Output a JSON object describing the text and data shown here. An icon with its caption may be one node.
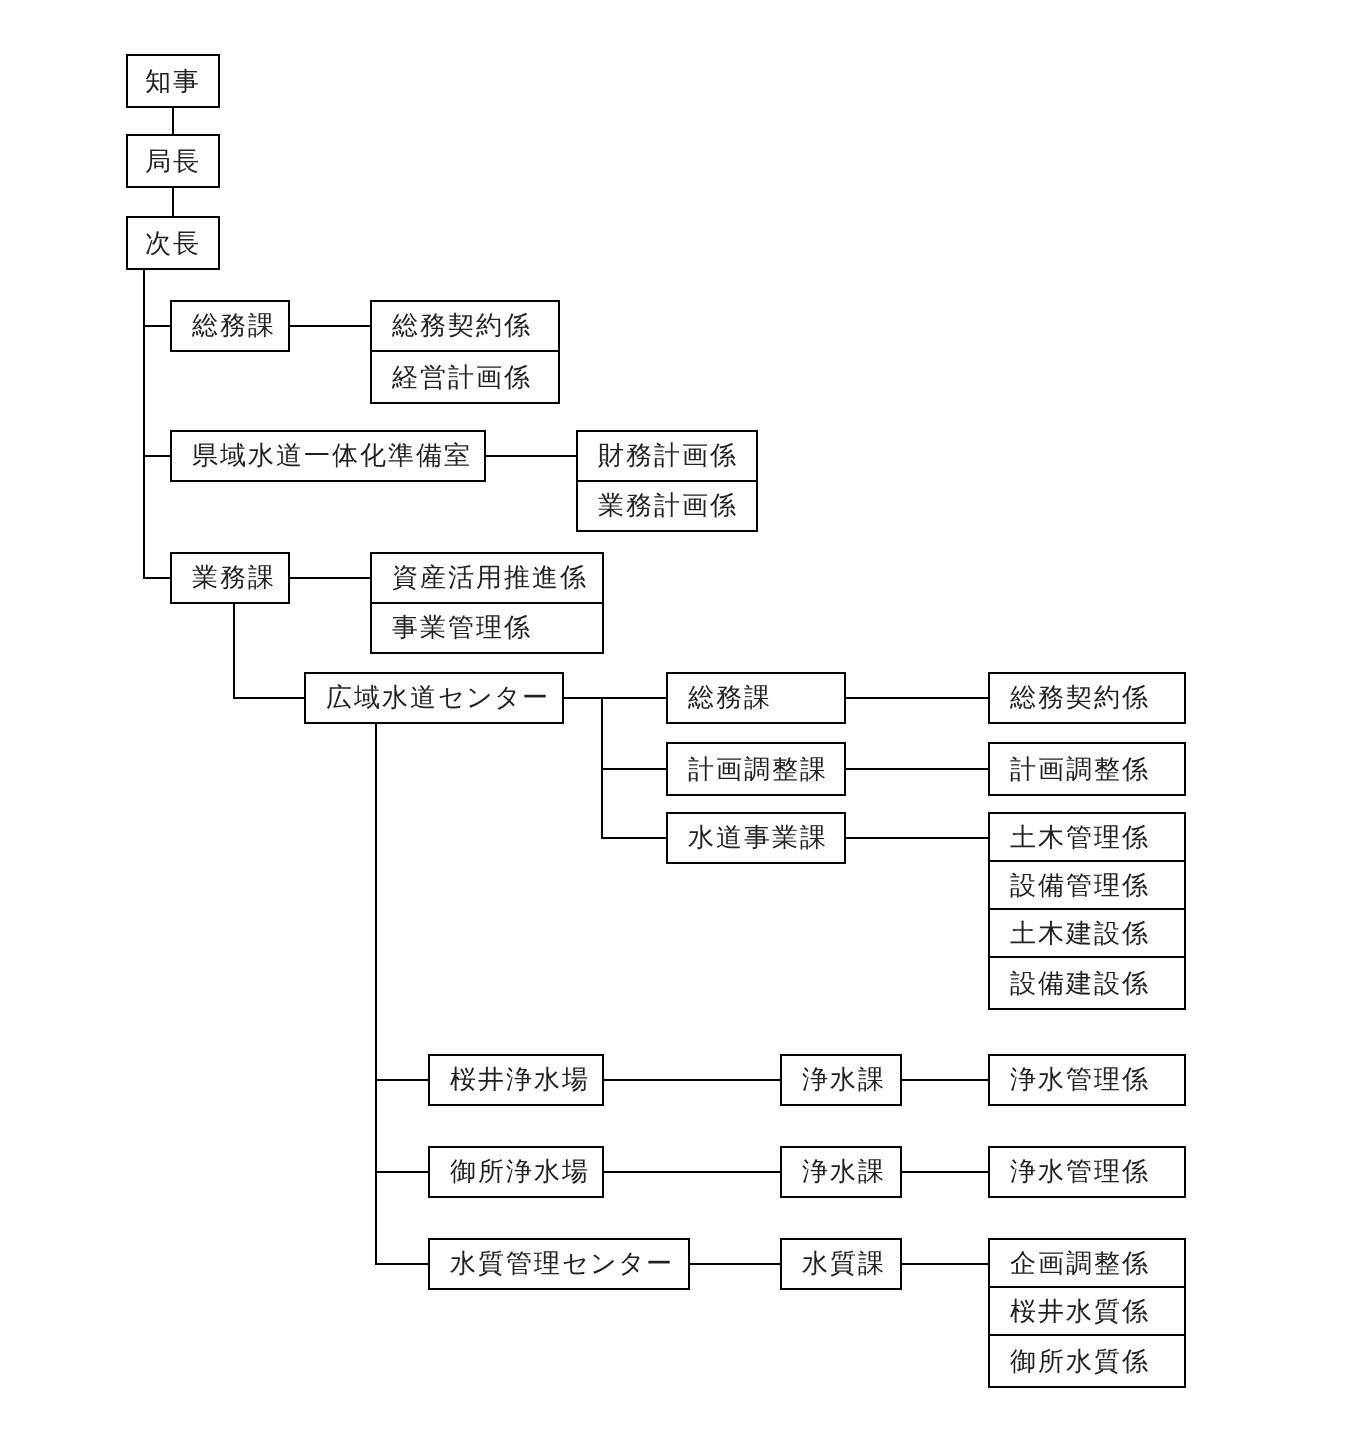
{
  "diagram": {
    "nodes": [
      {
        "text": [
          "知事"
        ]
      },
      {
        "text": [
          "局長"
        ]
      },
      {
        "text": [
          "次長"
        ]
      },
      {
        "text": [
          "総務課"
        ]
      },
      {
        "text": [
          "総務契約係"
        ]
      },
      {
        "text": [
          "経営計画係"
        ]
      },
      {
        "text": [
          "県域水道一体化準備室"
        ]
      },
      {
        "text": [
          "財務計画係"
        ]
      },
      {
        "text": [
          "業務計画係"
        ]
      },
      {
        "text": [
          "業務課"
        ]
      },
      {
        "text": [
          "資産活用推進係"
        ]
      },
      {
        "text": [
          "事業管理係"
        ]
      },
      {
        "text": [
          "広域水道センター"
        ]
      },
      {
        "text": [
          "総務課"
        ]
      },
      {
        "text": [
          "総務契約係"
        ]
      },
      {
        "text": [
          "計画調整課"
        ]
      },
      {
        "text": [
          "計画調整係"
        ]
      },
      {
        "text": [
          "水道事業課"
        ]
      },
      {
        "text": [
          "土木管理係"
        ]
      },
      {
        "text": [
          "設備管理係"
        ]
      },
      {
        "text": [
          "土木建設係"
        ]
      },
      {
        "text": [
          "設備建設係"
        ]
      },
      {
        "text": [
          "桜井浄水場"
        ]
      },
      {
        "text": [
          "浄水課"
        ]
      },
      {
        "text": [
          "浄水管理係"
        ]
      },
      {
        "text": [
          "御所浄水場"
        ]
      },
      {
        "text": [
          "浄水課"
        ]
      },
      {
        "text": [
          "浄水管理係"
        ]
      },
      {
        "text": [
          "水質管理センター"
        ]
      },
      {
        "text": [
          "水質課"
        ]
      },
      {
        "text": [
          "企画調整係"
        ]
      },
      {
        "text": [
          "桜井水質係"
        ]
      },
      {
        "text": [
          "御所水質係"
        ]
      }
    ],
    "edges": [
      {
        "from": 0,
        "to": 1,
        "arrow": "none"
      },
      {
        "from": 1,
        "to": 2,
        "arrow": "none"
      },
      {
        "from": 2,
        "to": 3,
        "arrow": "none"
      },
      {
        "from": 2,
        "to": 6,
        "arrow": "none"
      },
      {
        "from": 2,
        "to": 9,
        "arrow": "none"
      },
      {
        "from": 3,
        "to": 4,
        "arrow": "none"
      },
      {
        "from": 6,
        "to": 7,
        "arrow": "none"
      },
      {
        "from": 9,
        "to": 10,
        "arrow": "none"
      },
      {
        "from": 9,
        "to": 12,
        "arrow": "none"
      },
      {
        "from": 12,
        "to": 13,
        "arrow": "none"
      },
      {
        "from": 12,
        "to": 15,
        "arrow": "none"
      },
      {
        "from": 12,
        "to": 17,
        "arrow": "none"
      },
      {
        "from": 13,
        "to": 14,
        "arrow": "none"
      },
      {
        "from": 15,
        "to": 16,
        "arrow": "none"
      },
      {
        "from": 17,
        "to": 18,
        "arrow": "none"
      },
      {
        "from": 12,
        "to": 22,
        "arrow": "none"
      },
      {
        "from": 12,
        "to": 25,
        "arrow": "none"
      },
      {
        "from": 12,
        "to": 28,
        "arrow": "none"
      },
      {
        "from": 22,
        "to": 23,
        "arrow": "none"
      },
      {
        "from": 23,
        "to": 24,
        "arrow": "none"
      },
      {
        "from": 25,
        "to": 26,
        "arrow": "none"
      },
      {
        "from": 26,
        "to": 27,
        "arrow": "none"
      },
      {
        "from": 28,
        "to": 29,
        "arrow": "none"
      },
      {
        "from": 29,
        "to": 30,
        "arrow": "none"
      }
    ]
  }
}
